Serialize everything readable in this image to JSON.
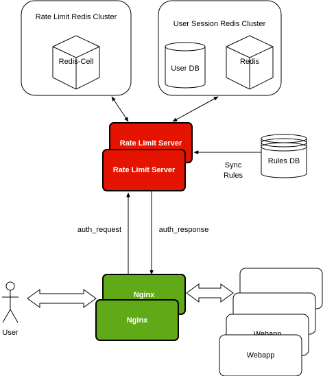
{
  "clusters": {
    "rate_limit": {
      "title": "Rate Limit Redis Cluster",
      "cube_label": "Redis-Cell"
    },
    "user_session": {
      "title": "User Session Redis Cluster",
      "db_label": "User DB",
      "cube_label": "Redis"
    }
  },
  "rate_limit_server": {
    "back_label": "Rate Limit Server",
    "front_label": "Rate Limit Server",
    "color": "#e51400"
  },
  "rules_db": {
    "label": "Rules DB",
    "sync_line1": "Sync",
    "sync_line2": "Rules"
  },
  "edges": {
    "auth_request": "auth_request",
    "auth_response": "auth_response"
  },
  "nginx": {
    "back_label": "Nginx",
    "front_label": "Nginx",
    "color": "#60a917"
  },
  "user": {
    "label": "User"
  },
  "webapps": {
    "label_back": "Webapp",
    "label_front": "Webapp"
  }
}
